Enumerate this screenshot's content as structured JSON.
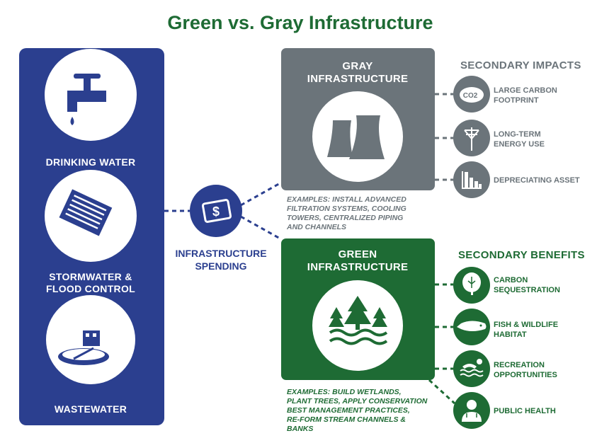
{
  "title": "Green vs. Gray Infrastructure",
  "colors": {
    "blue": "#2b3f8f",
    "gray": "#6b747a",
    "green": "#1e6b34"
  },
  "left_panel": {
    "items": [
      {
        "label": "DRINKING WATER",
        "icon": "faucet-icon"
      },
      {
        "label_lines": [
          "STORMWATER &",
          "FLOOD CONTROL"
        ],
        "icon": "storm-drain-grate-icon"
      },
      {
        "label": "WASTEWATER",
        "icon": "treatment-plant-icon"
      }
    ]
  },
  "center": {
    "label_lines": [
      "INFRASTRUCTURE",
      "SPENDING"
    ],
    "icon": "money-icon"
  },
  "gray": {
    "title_lines": [
      "GRAY",
      "INFRASTRUCTURE"
    ],
    "icon": "cooling-towers-icon",
    "examples_lines": [
      "EXAMPLES: INSTALL ADVANCED",
      "FILTRATION SYSTEMS, COOLING",
      "TOWERS, CENTRALIZED PIPING",
      "AND CHANNELS"
    ],
    "secondary_heading": "SECONDARY IMPACTS",
    "impacts": [
      {
        "lines": [
          "LARGE CARBON",
          "FOOTPRINT"
        ],
        "icon": "co2-cloud-icon",
        "icon_text": "CO2"
      },
      {
        "lines": [
          "LONG-TERM",
          "ENERGY USE"
        ],
        "icon": "power-pole-icon"
      },
      {
        "lines": [
          "DEPRECIATING ASSET"
        ],
        "icon": "declining-bars-icon"
      }
    ]
  },
  "green": {
    "title_lines": [
      "GREEN",
      "INFRASTRUCTURE"
    ],
    "icon": "trees-water-icon",
    "examples_lines": [
      "EXAMPLES: BUILD WETLANDS,",
      "PLANT TREES, APPLY CONSERVATION",
      "BEST MANAGEMENT PRACTICES,",
      "RE-FORM STREAM CHANNELS &",
      "BANKS"
    ],
    "secondary_heading": "SECONDARY BENEFITS",
    "benefits": [
      {
        "lines": [
          "CARBON",
          "SEQUESTRATION"
        ],
        "icon": "tree-icon"
      },
      {
        "lines": [
          "FISH & WILDLIFE",
          "HABITAT"
        ],
        "icon": "fish-icon"
      },
      {
        "lines": [
          "RECREATION",
          "OPPORTUNITIES"
        ],
        "icon": "swimmer-icon"
      },
      {
        "lines": [
          "PUBLIC HEALTH"
        ],
        "icon": "doctor-icon"
      }
    ]
  }
}
